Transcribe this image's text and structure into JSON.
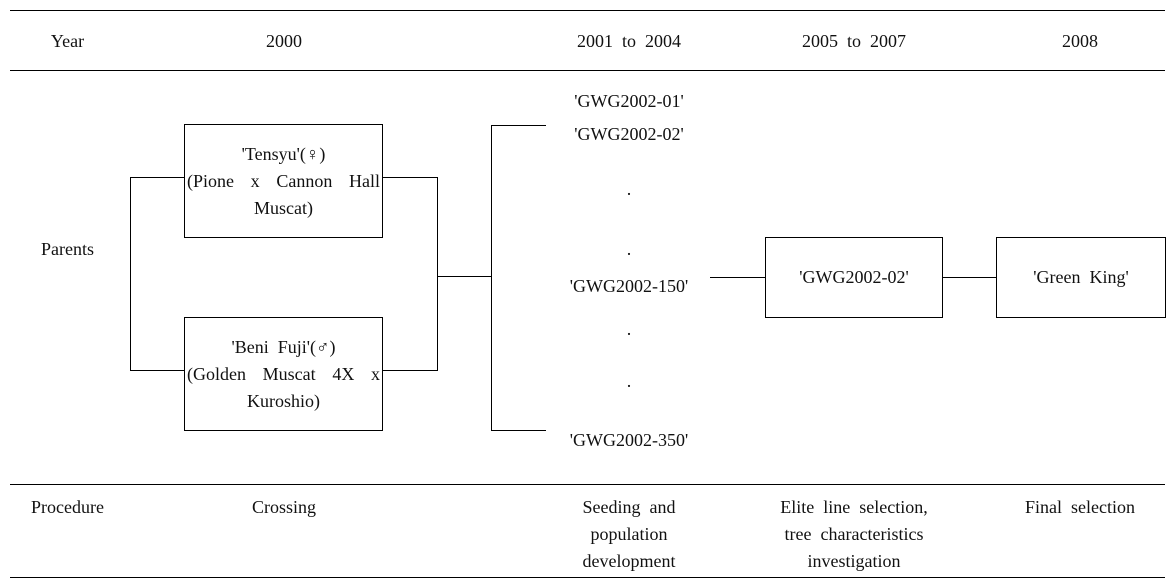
{
  "header": {
    "row_label": "Year",
    "col_2000": "2000",
    "col_2001_2004": "2001  to  2004",
    "col_2005_2007": "2005  to  2007",
    "col_2008": "2008"
  },
  "parents_label": "Parents",
  "female_parent": {
    "name": "'Tensyu'(♀)",
    "cross_line1": "(Pione  x  Cannon  Hall",
    "cross_line2": "Muscat)"
  },
  "male_parent": {
    "name": "'Beni  Fuji'(♂)",
    "cross_line1": "(Golden  Muscat  4X  x",
    "cross_line2": "Kuroshio)"
  },
  "seedlings": {
    "s1": "'GWG2002-01'",
    "s2": "'GWG2002-02'",
    "dot1": ".",
    "dot2": ".",
    "s150": "'GWG2002-150'",
    "dot3": ".",
    "dot4": ".",
    "s350": "'GWG2002-350'"
  },
  "elite_selection": "'GWG2002-02'",
  "final_cultivar": "'Green  King'",
  "procedure": {
    "row_label": "Procedure",
    "crossing": "Crossing",
    "seeding_l1": "Seeding  and",
    "seeding_l2": "population",
    "seeding_l3": "development",
    "elite_l1": "Elite  line  selection,",
    "elite_l2": "tree  characteristics",
    "elite_l3": "investigation",
    "final": "Final  selection"
  }
}
